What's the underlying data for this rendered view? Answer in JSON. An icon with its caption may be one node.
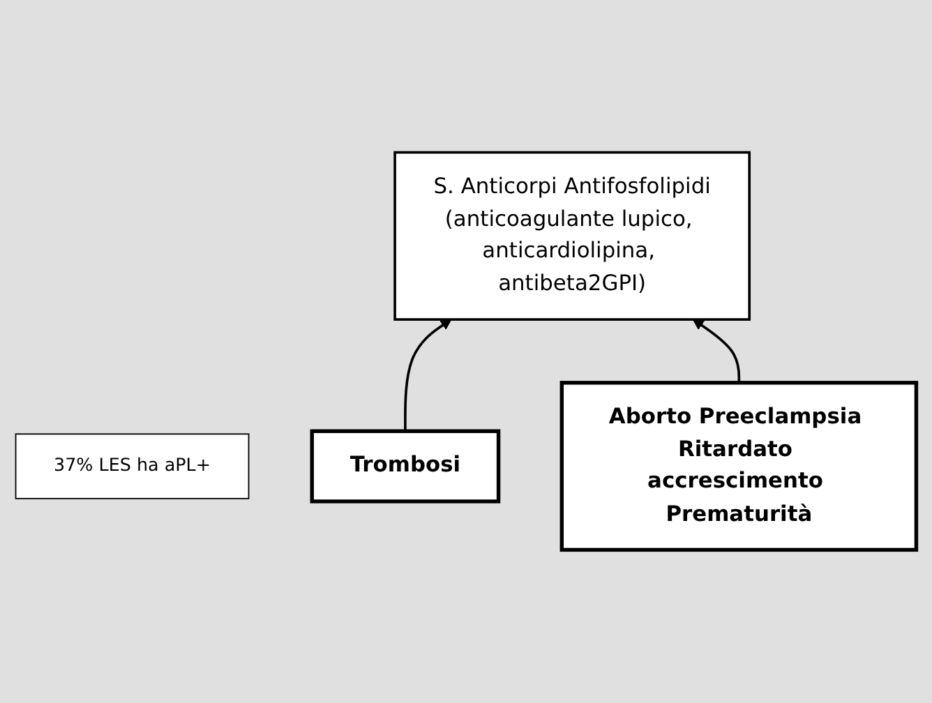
{
  "diagram": {
    "nodes": [
      {
        "text": [
          "37% LES ha aPL+"
        ]
      },
      {
        "text": [
          "S. Anticorpi Antifosfolipidi",
          "(anticoagulante lupico, anticardiolipina, antibeta2GPI)"
        ]
      },
      {
        "text": [
          "Trombosi"
        ]
      },
      {
        "text": [
          "Aborto Preeclampsia Ritardato accrescimento Prematurità"
        ]
      }
    ],
    "edges": [
      {
        "from": 2,
        "to": 1,
        "arrow": "to"
      },
      {
        "from": 3,
        "to": 1,
        "arrow": "to"
      }
    ]
  }
}
